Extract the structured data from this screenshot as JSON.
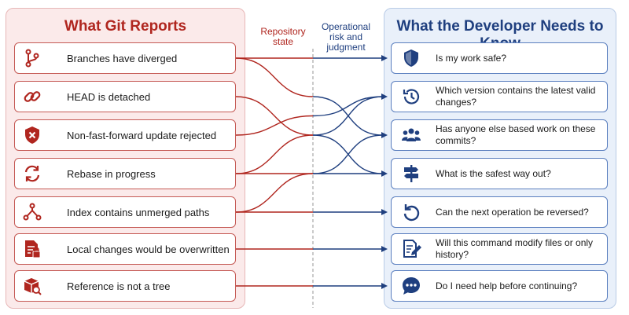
{
  "left_panel": {
    "title": "What Git Reports",
    "items": [
      {
        "label": "Branches have diverged",
        "icon": "branch-icon"
      },
      {
        "label": "HEAD is detached",
        "icon": "link-icon"
      },
      {
        "label": "Non-fast-forward update rejected",
        "icon": "shield-x-icon"
      },
      {
        "label": "Rebase in progress",
        "icon": "refresh-icon"
      },
      {
        "label": "Index contains unmerged paths",
        "icon": "merge-icon"
      },
      {
        "label": "Local changes would be overwritten",
        "icon": "document-lock-icon"
      },
      {
        "label": "Reference is not a tree",
        "icon": "box-search-icon"
      }
    ]
  },
  "right_panel": {
    "title": "What the Developer Needs to Know",
    "items": [
      {
        "label": "Is my work safe?",
        "icon": "shield-icon"
      },
      {
        "label": "Which version contains the latest valid changes?",
        "icon": "clock-history-icon"
      },
      {
        "label": "Has anyone else based work on these commits?",
        "icon": "people-icon"
      },
      {
        "label": "What is the safest way out?",
        "icon": "signpost-icon"
      },
      {
        "label": "Can the next operation be reversed?",
        "icon": "undo-icon"
      },
      {
        "label": "Will this command modify files or only history?",
        "icon": "edit-document-icon"
      },
      {
        "label": "Do I need help before continuing?",
        "icon": "chat-icon"
      }
    ]
  },
  "middle": {
    "left_label": "Repository state",
    "right_label": "Operational risk and judgment"
  },
  "connections": [
    {
      "from": 0,
      "to": 2
    },
    {
      "from": 0,
      "to": 0
    },
    {
      "from": 1,
      "to": 3
    },
    {
      "from": 2,
      "to": 1
    },
    {
      "from": 3,
      "to": 1
    },
    {
      "from": 3,
      "to": 3
    },
    {
      "from": 4,
      "to": 2
    },
    {
      "from": 4,
      "to": 4
    },
    {
      "from": 5,
      "to": 5
    },
    {
      "from": 6,
      "to": 6
    }
  ],
  "colors": {
    "red": "#b0261f",
    "blue": "#1f3f7f"
  }
}
